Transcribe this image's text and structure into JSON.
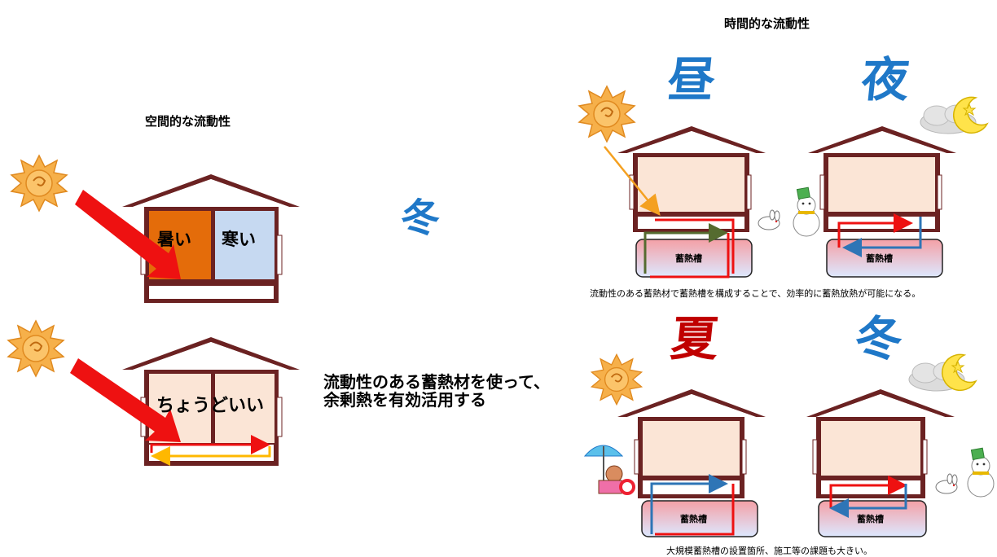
{
  "spatial": {
    "title": "空間的な流動性",
    "house1": {
      "room_hot": "暑い",
      "room_cold": "寒い"
    },
    "house2": {
      "room_label": "ちょうどいい"
    },
    "season": "冬",
    "description_line1": "流動性のある蓄熱材を使って、",
    "description_line2": "余剰熱を有効活用する"
  },
  "temporal": {
    "title": "時間的な流動性",
    "top": {
      "left_label": "昼",
      "right_label": "夜",
      "tank_left": "蓄熱槽",
      "tank_right": "蓄熱槽",
      "caption": "流動性のある蓄熱材で蓄熱槽を構成することで、効率的に蓄熱放熱が可能になる。"
    },
    "bottom": {
      "left_label": "夏",
      "right_label": "冬",
      "tank_left": "蓄熱槽",
      "tank_right": "蓄熱槽",
      "caption": "大規模蓄熱槽の設置箇所、施工等の課題も大きい。"
    }
  },
  "colors": {
    "roof": "#6b2222",
    "hot_room": "#e46c0a",
    "cold_room": "#c6d9f1",
    "ok_room": "#fbe5d6",
    "sun_arrow": "#ee1111",
    "flow_red": "#ee1111",
    "flow_blue": "#2e75b6",
    "flow_orange": "#ffb800",
    "flow_green": "#556b2f",
    "tank_top": "#f4a0a6",
    "tank_bottom": "#dde8ff",
    "season_blue": "#1f78c8",
    "season_red": "#c00000",
    "sun": "#f2a33a"
  },
  "icons": [
    "sun-icon",
    "moon-cloud-icon",
    "snowman-icon",
    "rabbit-icon",
    "beach-umbrella-icon"
  ]
}
